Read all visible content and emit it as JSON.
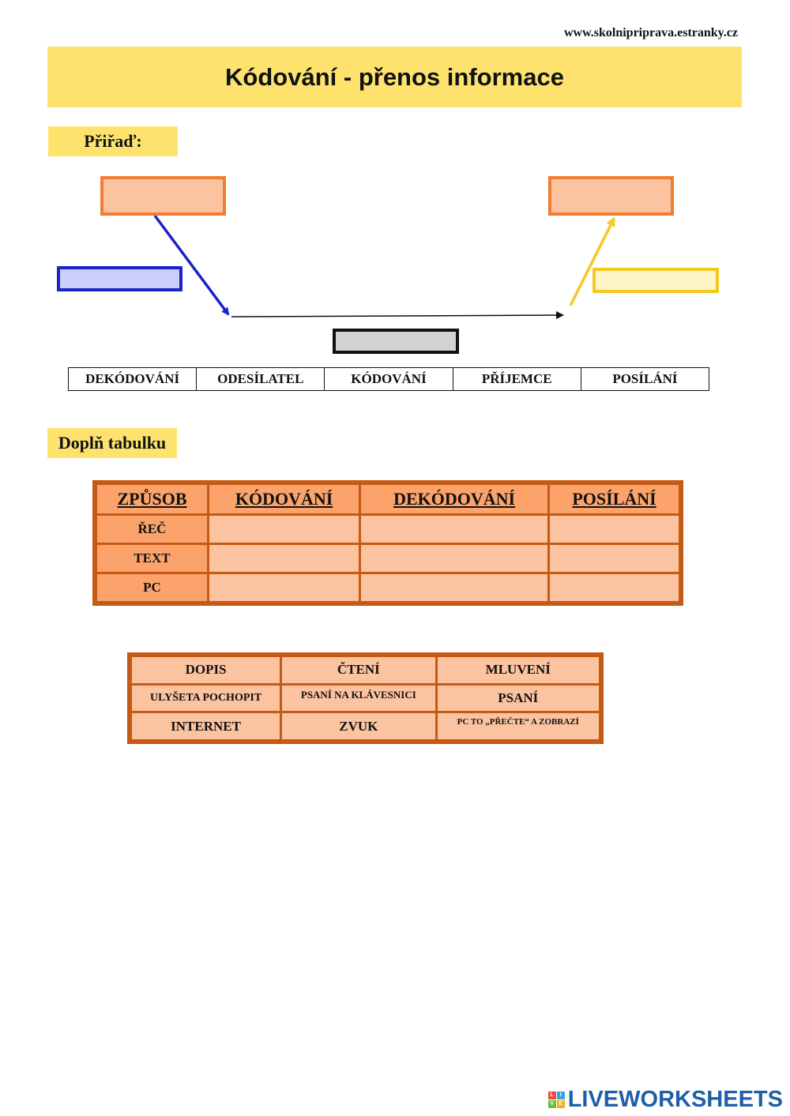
{
  "site_url": "www.skolnipriprava.estranky.cz",
  "title": "Kódování - přenos informace",
  "assign_section": {
    "label": "Přiřaď:",
    "word_bank": [
      "DEKÓDOVÁNÍ",
      "ODESÍLATEL",
      "KÓDOVÁNÍ",
      "PŘÍJEMCE",
      "POSÍLÁNÍ"
    ]
  },
  "fill_section": {
    "label": "Doplň tabulku",
    "table": {
      "headers": [
        "ZPŮSOB",
        "KÓDOVÁNÍ",
        "DEKÓDOVÁNÍ",
        "POSÍLÁNÍ"
      ],
      "rows": [
        "ŘEČ",
        "TEXT",
        "PC"
      ]
    },
    "word_bank": [
      [
        "DOPIS",
        "ČTENÍ",
        "MLUVENÍ"
      ],
      [
        "ULYŠETA POCHOPIT",
        "PSANÍ NA KLÁVESNICI",
        "PSANÍ"
      ],
      [
        "INTERNET",
        "ZVUK",
        "PC TO „PŘEČTE“ A ZOBRAZÍ"
      ]
    ]
  },
  "brand": {
    "text": "LIVEWORKSHEETS",
    "logo_letters": [
      "L",
      "I",
      "V",
      "E"
    ]
  },
  "colors": {
    "banner_yellow": "#fde36e",
    "orange_border": "#f07d2f",
    "orange_fill": "#fcc3a0",
    "blue": "#1a22c8",
    "gold": "#f4c821",
    "table_border": "#c55a14",
    "brand_blue": "#1f5fa8"
  }
}
